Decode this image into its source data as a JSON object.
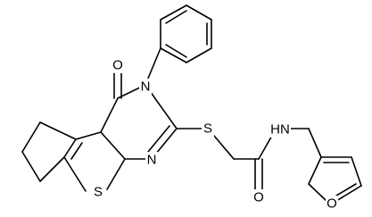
{
  "molecule": {
    "atom_labels": {
      "oxygen_carbonyl_ring": "O",
      "nitrogen_ring": "N",
      "sulfur_thioether": "S",
      "sulfur_thiophene": "S",
      "nitrogen_pyrimidine": "N",
      "oxygen_amide": "O",
      "nitrogen_amide": "HN",
      "oxygen_furan": "O"
    }
  }
}
